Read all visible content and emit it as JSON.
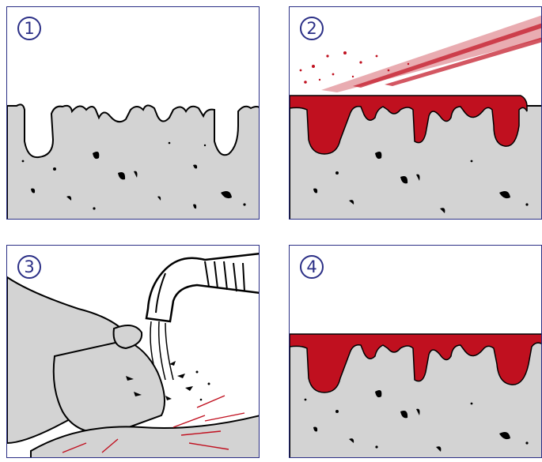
{
  "steps": [
    {
      "number": "1"
    },
    {
      "number": "2"
    },
    {
      "number": "3"
    },
    {
      "number": "4"
    }
  ],
  "colors": {
    "frame": "#2b2f86",
    "concrete": "#d3d3d3",
    "sealant": "#c0101f",
    "ink": "#000000"
  }
}
